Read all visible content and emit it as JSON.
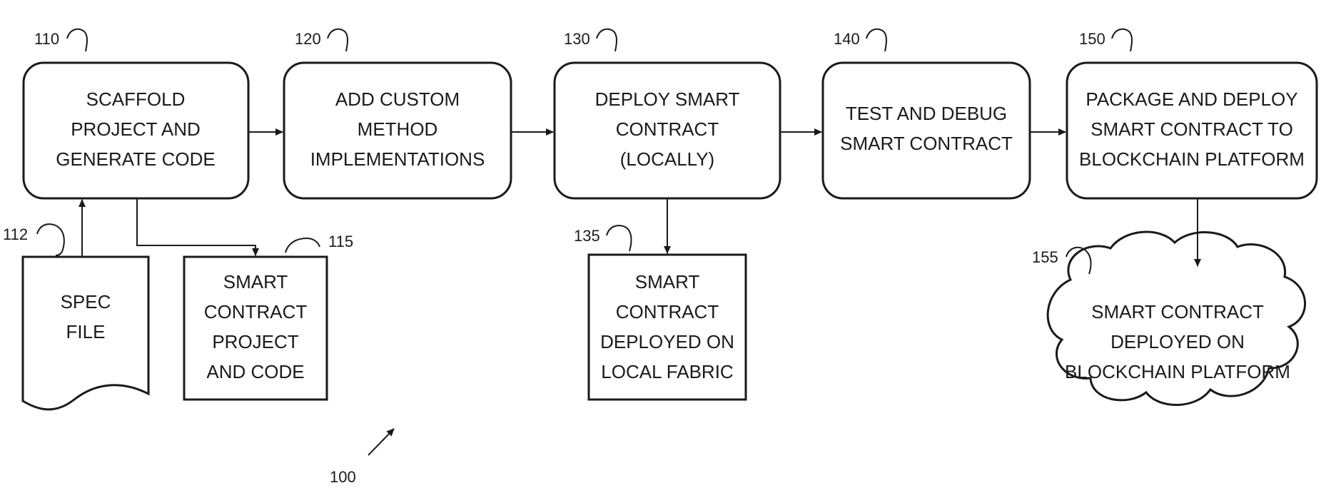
{
  "figure": {
    "ref": "100"
  },
  "steps": [
    {
      "ref": "110",
      "lines": [
        "SCAFFOLD",
        "PROJECT AND",
        "GENERATE CODE"
      ]
    },
    {
      "ref": "120",
      "lines": [
        "ADD CUSTOM",
        "METHOD",
        "IMPLEMENTATIONS"
      ]
    },
    {
      "ref": "130",
      "lines": [
        "DEPLOY SMART",
        "CONTRACT",
        "(LOCALLY)"
      ]
    },
    {
      "ref": "140",
      "lines": [
        "TEST AND DEBUG",
        "SMART CONTRACT"
      ]
    },
    {
      "ref": "150",
      "lines": [
        "PACKAGE AND DEPLOY",
        "SMART CONTRACT TO",
        "BLOCKCHAIN PLATFORM"
      ]
    }
  ],
  "artifacts": {
    "spec_file": {
      "ref": "112",
      "lines": [
        "SPEC",
        "FILE"
      ]
    },
    "project_code": {
      "ref": "115",
      "lines": [
        "SMART",
        "CONTRACT",
        "PROJECT",
        "AND CODE"
      ]
    },
    "local_fabric": {
      "ref": "135",
      "lines": [
        "SMART",
        "CONTRACT",
        "DEPLOYED ON",
        "LOCAL FABRIC"
      ]
    },
    "blockchain": {
      "ref": "155",
      "lines": [
        "SMART CONTRACT",
        "DEPLOYED ON",
        "BLOCKCHAIN  PLATFORM"
      ]
    }
  }
}
